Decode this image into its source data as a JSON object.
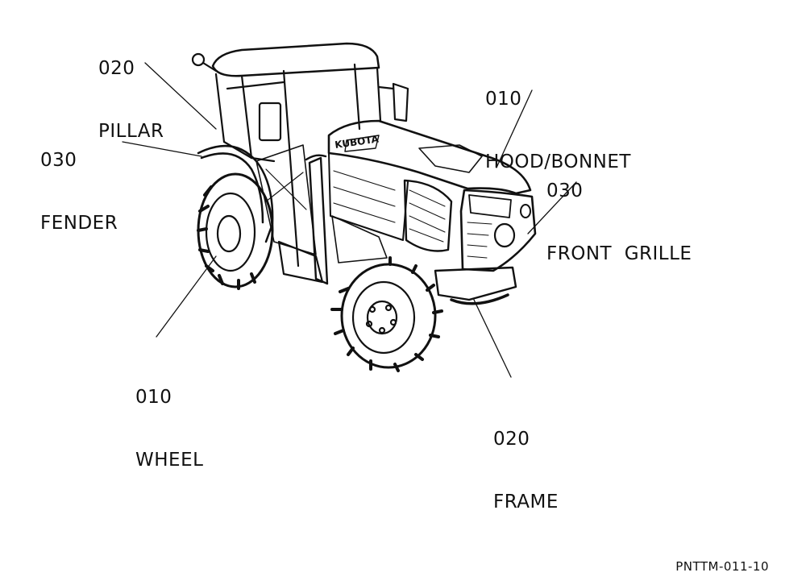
{
  "callouts": {
    "pillar": {
      "code": "020",
      "name": "PILLAR"
    },
    "fender": {
      "code": "030",
      "name": "FENDER"
    },
    "hood": {
      "code": "010",
      "name": "HOOD/BONNET"
    },
    "front_grille": {
      "code": "030",
      "name": "FRONT  GRILLE"
    },
    "wheel": {
      "code": "010",
      "name": "WHEEL"
    },
    "frame": {
      "code": "020",
      "name": "FRAME"
    }
  },
  "brand_text": "KUBOTA",
  "diagram_id": "PNTTM-011-10",
  "colors": {
    "ink": "#111111",
    "paper": "#ffffff"
  }
}
